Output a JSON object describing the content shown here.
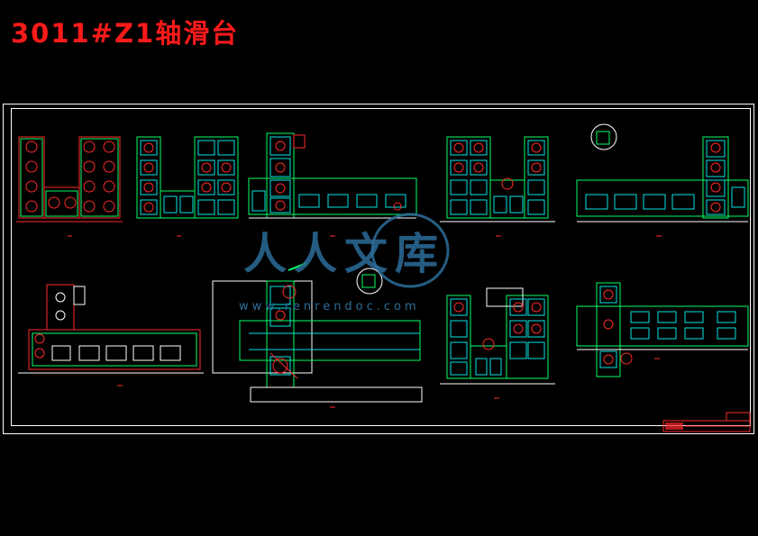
{
  "title": "3011#Z1轴滑台",
  "watermark": {
    "text": "人人文库",
    "url": "www.renrendoc.com"
  },
  "colors": {
    "background": "#000000",
    "title": "#ff1a1a",
    "frame": "#ffffff",
    "outline_green": "#00ff66",
    "outline_cyan": "#00e5e5",
    "hatch_red": "#ff2a2a",
    "watermark": "#2c6d99"
  }
}
